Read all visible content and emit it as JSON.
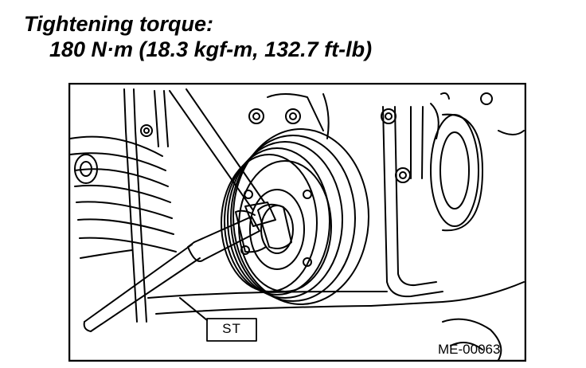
{
  "heading": {
    "label": "Tightening torque:",
    "value": "180 N·m (18.3 kgf-m, 132.7 ft-lb)"
  },
  "figure": {
    "callout_label": "ST",
    "figure_id": "ME-00063",
    "subject_icon": "crank-pulley-wrench-icon"
  }
}
